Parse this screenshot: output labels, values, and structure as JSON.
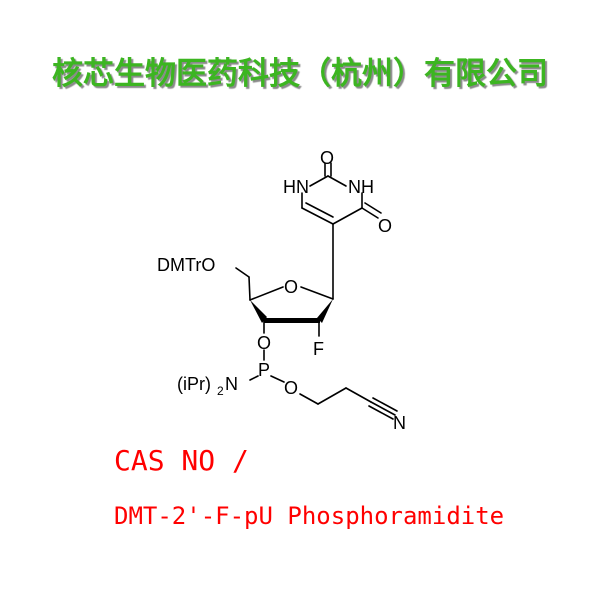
{
  "header": {
    "company_name": "核芯生物医药科技（杭州）有限公司",
    "color": "#3cb521"
  },
  "structure": {
    "labels": {
      "o_top": "O",
      "hn_left": "HN",
      "nh_right": "NH",
      "o_right": "O",
      "dmtro": "DMTrO",
      "ring_o": "O",
      "o3": "O",
      "f": "F",
      "p": "P",
      "ipr2n_prefix": "(iPr)",
      "ipr2n_sub": "2",
      "ipr2n_n": "N",
      "o_ester": "O",
      "n_nitrile": "N"
    }
  },
  "info": {
    "cas_label": "CAS NO /",
    "product_name": "DMT-2'-F-pU Phosphoramidite",
    "text_color": "#ff0000"
  }
}
